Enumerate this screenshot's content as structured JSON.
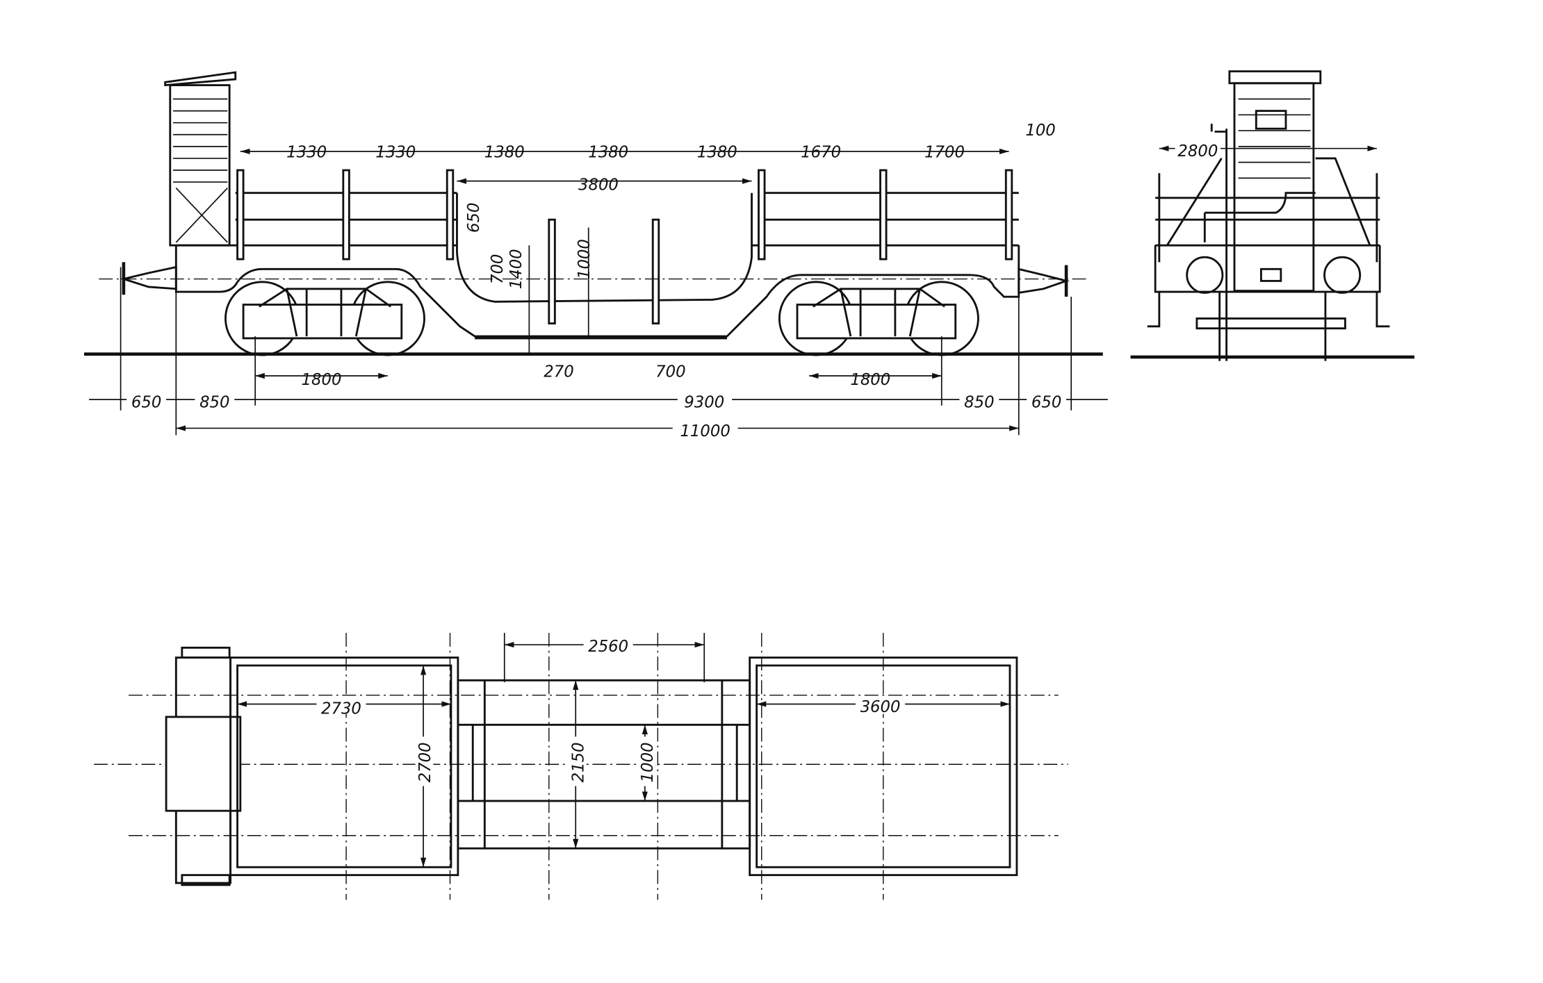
{
  "side_view": {
    "stake_spacing": [
      "1330",
      "1330",
      "1380",
      "1380",
      "1380",
      "1670",
      "1700"
    ],
    "end_offset": "100",
    "well_length": "3800",
    "stake_height": "650",
    "deck_height": "700",
    "well_depth": "1400",
    "post_height": "1000",
    "ground_clearance": "270",
    "well_floor_height": "700",
    "bogie_wheelbase_left": "1800",
    "bogie_wheelbase_right": "1800",
    "buffer_left": "650",
    "overhang_left": "850",
    "bogie_centers": "9300",
    "overhang_right": "850",
    "buffer_right": "650",
    "length_over_frame": "11000"
  },
  "end_view": {
    "width": "2800"
  },
  "plan_view": {
    "well_opening": "2560",
    "left_deck_length": "2730",
    "right_deck_length": "3600",
    "frame_width": "2700",
    "well_width": "2150",
    "inner_width": "1000"
  }
}
